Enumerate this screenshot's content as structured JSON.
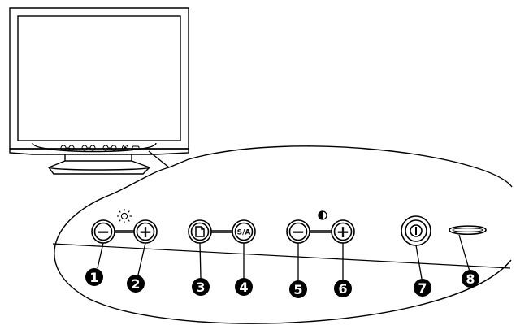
{
  "diagram": {
    "callouts": [
      "1",
      "2",
      "3",
      "4",
      "5",
      "6",
      "7",
      "8"
    ],
    "buttons": {
      "brightness_minus": "−",
      "brightness_plus": "+",
      "menu": "",
      "select_adjust": "S/A",
      "contrast_minus": "−",
      "contrast_plus": "+",
      "power": ""
    }
  },
  "colors": {
    "stroke": "#000000",
    "background": "#ffffff",
    "callout_fill": "#000000"
  }
}
